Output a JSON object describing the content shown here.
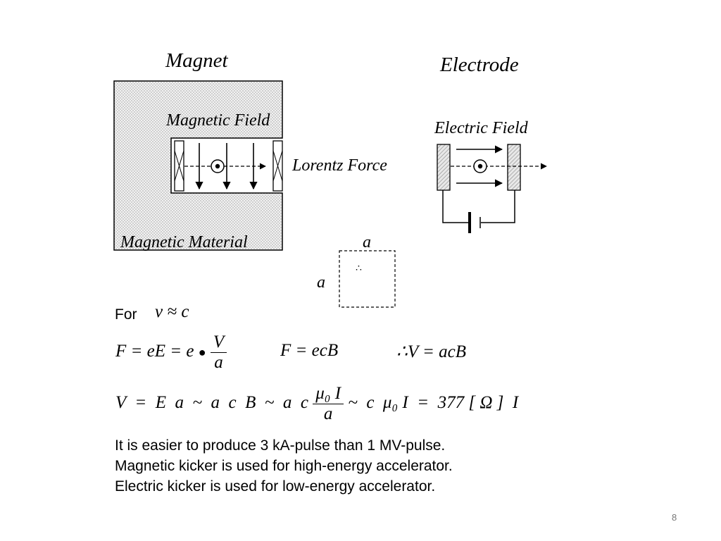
{
  "titles": {
    "magnet": "Magnet",
    "electrode": "Electrode"
  },
  "labels": {
    "magnetic_field": "Magnetic Field",
    "lorentz_force": "Lorentz Force",
    "magnetic_material": "Magnetic Material",
    "electric_field": "Electric Field",
    "a_top": "a",
    "a_left": "a",
    "therefore": "∴"
  },
  "equations": {
    "for_word": "For",
    "for_cond": "v ≈ c",
    "eq1_left": "F = eE = e",
    "eq1_num": "V",
    "eq1_den": "a",
    "eq2": "F = ecB",
    "eq3": "∴V = acB",
    "eq4_part1": "V  =  E  a  ~  a  c  B  ~  a  c",
    "eq4_num": "μ₀ I",
    "eq4_den": "a",
    "eq4_part2": "~  c  μ₀ I  =  377 [ Ω ]  I"
  },
  "text_lines": [
    "It is easier to produce 3 kA-pulse than 1 MV-pulse.",
    "Magnetic kicker is used for high-energy accelerator.",
    "Electric kicker is used for low-energy accelerator."
  ],
  "page_number": "8"
}
